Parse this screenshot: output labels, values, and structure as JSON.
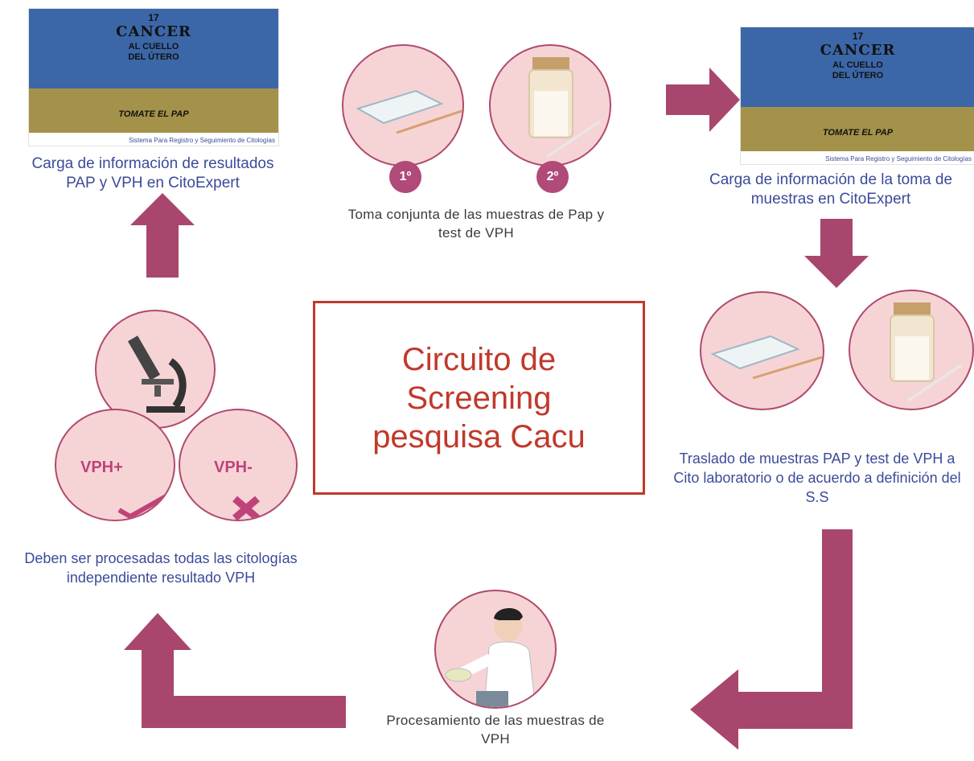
{
  "center": {
    "title_line1": "Circuito de",
    "title_line2": "Screening",
    "title_line3": "pesquisa Cacu"
  },
  "poster": {
    "number": "17",
    "title_line1": "CANCER",
    "title_line2": "AL CUELLO",
    "title_line3": "DEL ÚTERO",
    "slogan": "TOMATE EL PAP",
    "caption": "Sistema Para Registro y Seguimiento de Citologías"
  },
  "steps": {
    "step1_text": "Toma conjunta de las muestras de Pap y test de VPH",
    "badge1": "1º",
    "badge2": "2º",
    "step2_text": "Carga de información de la toma de muestras en CitoExpert",
    "step3_text": "Traslado de muestras PAP y test de VPH a Cito laboratorio o de acuerdo a definición del S.S",
    "step4_text": "Procesamiento de las muestras de VPH",
    "step5_text": "Deben ser procesadas todas las citologías independiente resultado VPH",
    "step6_text": "Carga de información de resultados PAP y VPH en CitoExpert",
    "vph_positive": "VPH+",
    "vph_negative": "VPH-"
  },
  "colors": {
    "arrow": "#a8466e",
    "circle_fill": "#f6d4d6",
    "accent_red": "#c0392b",
    "text_blue": "#3b4b9a"
  }
}
